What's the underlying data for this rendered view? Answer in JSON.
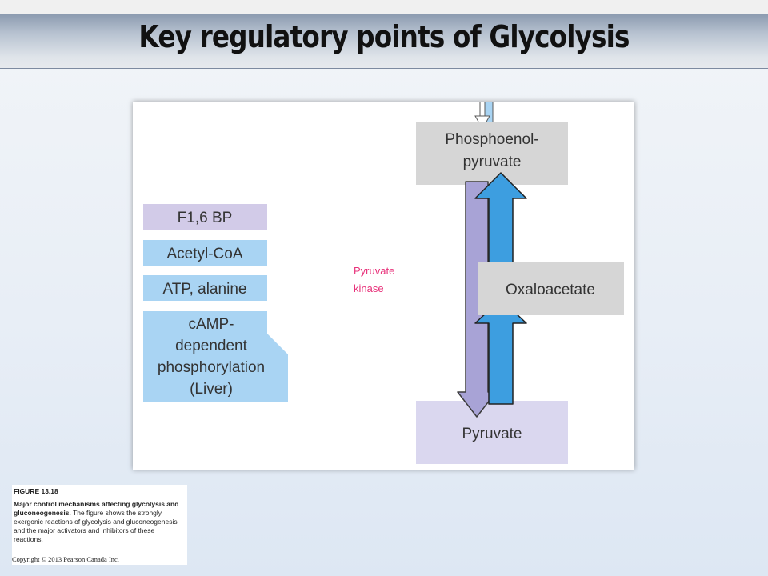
{
  "title": "Key regulatory points of Glycolysis",
  "diagram": {
    "effectors": [
      "F1,6 BP",
      "Acetyl-CoA",
      "ATP, alanine"
    ],
    "effector_multiline": [
      "cAMP-",
      "dependent",
      "phosphorylation",
      "(Liver)"
    ],
    "enzyme_label": [
      "Pyruvate",
      "kinase"
    ],
    "nodes": {
      "pep": [
        "Phosphoenol-",
        "pyruvate"
      ],
      "oaa": "Oxaloacetate",
      "pyruvate": "Pyruvate"
    },
    "colors": {
      "activator": "#d2cbe8",
      "inhibitor": "#a9d4f3",
      "enzyme_text": "#e8337b",
      "node_gray": "#d6d6d6",
      "node_lavender": "#dad7ef",
      "glycolysis_arrow": "#a8a3d6",
      "gluconeo_arrow": "#3d9ee0"
    }
  },
  "caption": {
    "figure_label": "FIGURE 13.18",
    "heading": "Major control mechanisms affecting glycolysis and gluconeogenesis.",
    "body": "The figure shows the strongly exergonic reactions of glycolysis and gluconeogenesis and the major activators and inhibitors of these reactions.",
    "copyright": "Copyright © 2013 Pearson Canada Inc."
  }
}
